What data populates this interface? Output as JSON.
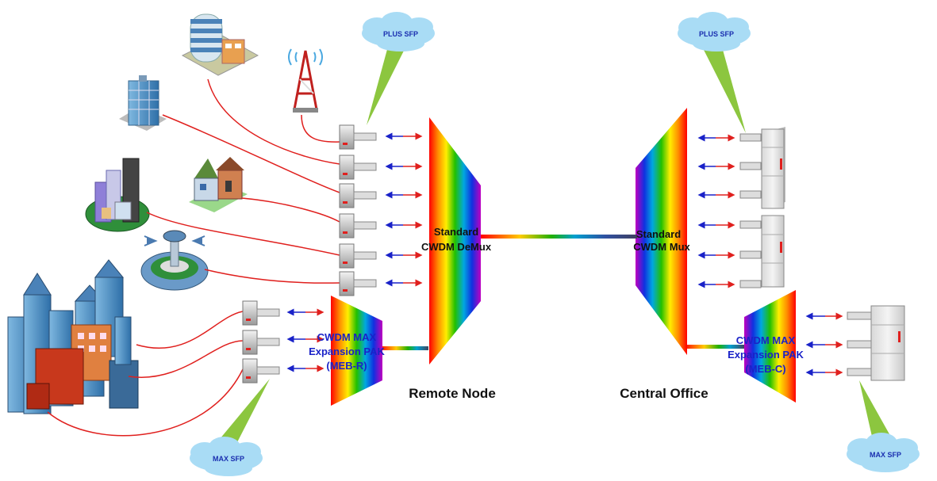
{
  "clouds": {
    "plus_sfp_remote": "PLUS SFP",
    "plus_sfp_central": "PLUS SFP",
    "max_sfp_remote": "MAX SFP",
    "max_sfp_central": "MAX SFP"
  },
  "demux": {
    "line1": "Standard",
    "line2": "CWDM DeMux"
  },
  "mux": {
    "line1": "Standard",
    "line2": "CWDM Mux"
  },
  "meb_r": {
    "line1": "CWDM MAX",
    "line2": "Expansion PAK",
    "line3": "(MEB-R)"
  },
  "meb_c": {
    "line1": "CWDM MAX",
    "line2": "Expansion PAK",
    "line3": "(MEB-C)"
  },
  "sites": {
    "remote": "Remote Node",
    "central": "Central Office"
  },
  "colors": {
    "fiber": "#e0201e",
    "arrow_blue": "#1a22c8",
    "arrow_red": "#e0201e",
    "cloud": "#a9dcf5",
    "callout": "#8cc63f"
  }
}
